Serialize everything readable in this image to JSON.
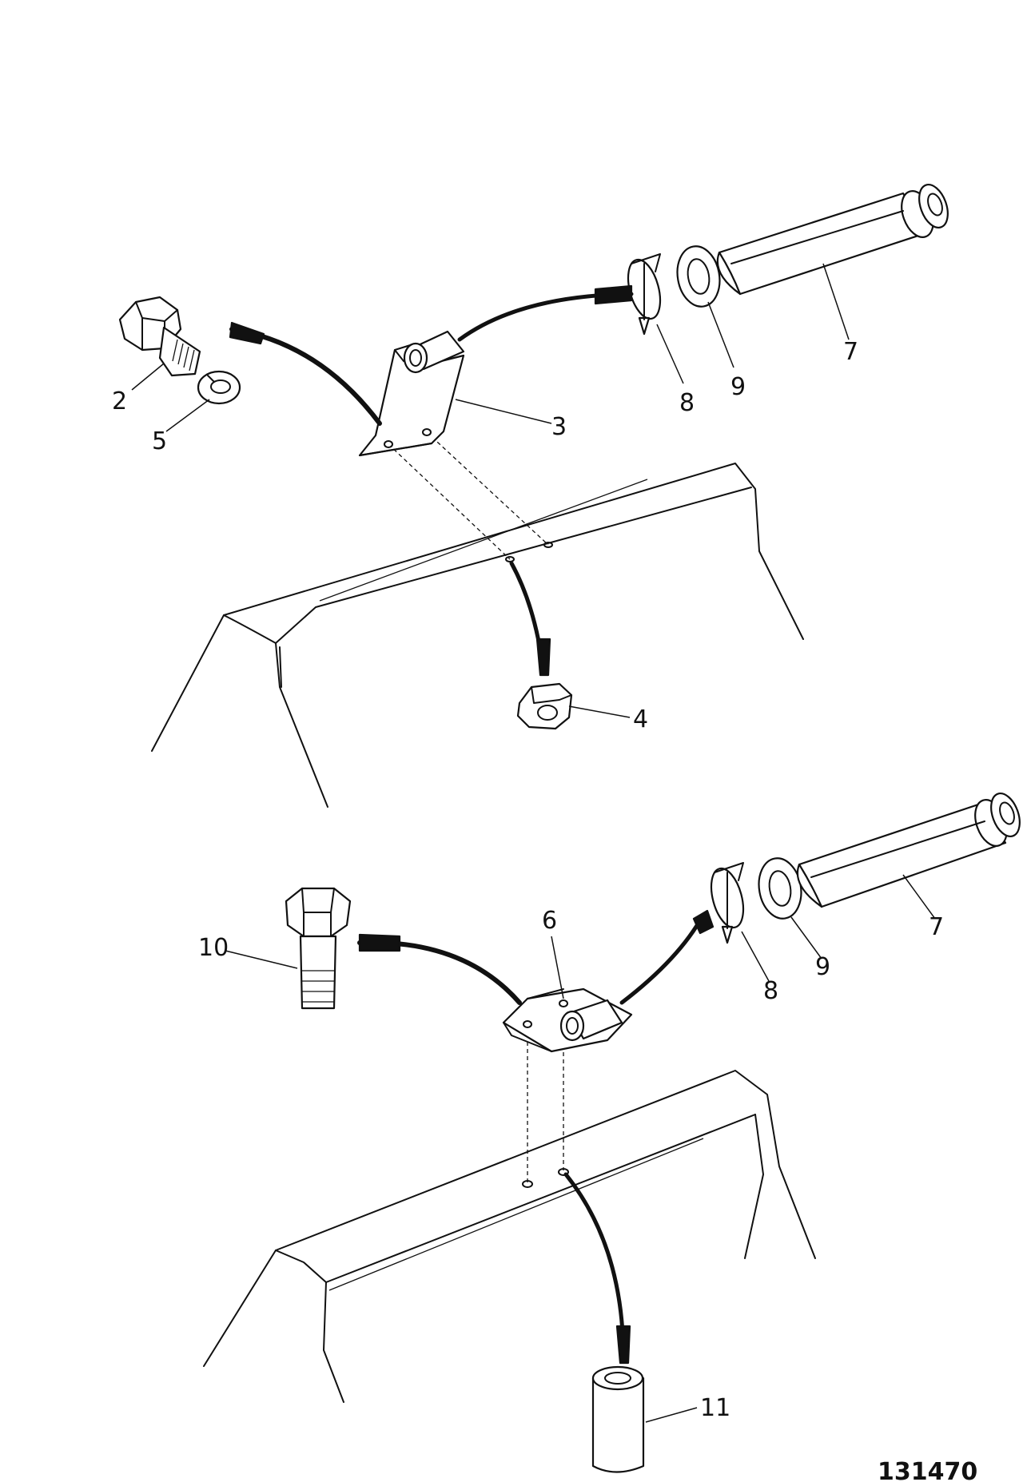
{
  "figure_number": "131470",
  "callouts": [
    {
      "id": "c2",
      "text": "2"
    },
    {
      "id": "c5",
      "text": "5"
    },
    {
      "id": "c3",
      "text": "3"
    },
    {
      "id": "c8a",
      "text": "8"
    },
    {
      "id": "c9a",
      "text": "9"
    },
    {
      "id": "c7a",
      "text": "7"
    },
    {
      "id": "c4",
      "text": "4"
    },
    {
      "id": "c6",
      "text": "6"
    },
    {
      "id": "c10",
      "text": "10"
    },
    {
      "id": "c8b",
      "text": "8"
    },
    {
      "id": "c9b",
      "text": "9"
    },
    {
      "id": "c7b",
      "text": "7"
    },
    {
      "id": "c11",
      "text": "11"
    }
  ]
}
